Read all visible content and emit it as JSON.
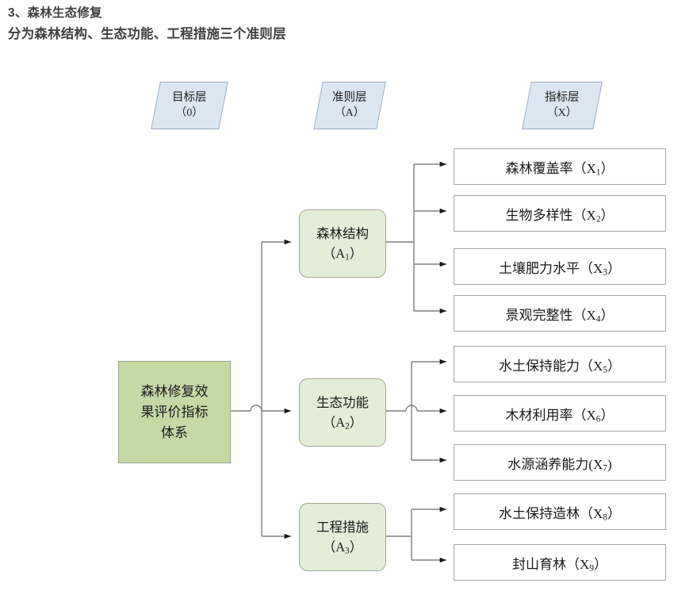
{
  "heading": {
    "line1": "3、森林生态修复",
    "line2": "分为森林结构、生态功能、工程措施三个准则层"
  },
  "colors": {
    "layer_header_fill": "#dce6f1",
    "layer_header_border": "#9cadc4",
    "goal_fill": "#c5d9a5",
    "goal_border": "#94a888",
    "criterion_fill": "#e3eed9",
    "criterion_border": "#9aa893",
    "indicator_fill": "#ffffff",
    "indicator_border": "#a6a6a6",
    "connector": "#808080",
    "heading_text": "#404040"
  },
  "diagram": {
    "type": "hierarchy-tree",
    "layer_headers": [
      {
        "name": "goal",
        "title": "目标层",
        "code": "（0）"
      },
      {
        "name": "criteria",
        "title": "准则层",
        "code": "（A）"
      },
      {
        "name": "index",
        "title": "指标层",
        "code": "（X）"
      }
    ],
    "goal": {
      "label_line1": "森林修复效",
      "label_line2": "果评价指标",
      "label_line3": "体系"
    },
    "criteria": [
      {
        "id": "A1",
        "label": "森林结构",
        "code_base": "（A",
        "code_sub": "1",
        "code_tail": "）"
      },
      {
        "id": "A2",
        "label": "生态功能",
        "code_base": "（A",
        "code_sub": "2",
        "code_tail": "）"
      },
      {
        "id": "A3",
        "label": "工程措施",
        "code_base": "（A",
        "code_sub": "3",
        "code_tail": "）"
      }
    ],
    "indicators": [
      {
        "id": "X1",
        "parent": "A1",
        "label": "森林覆盖率（X",
        "sub": "1",
        "tail": "）"
      },
      {
        "id": "X2",
        "parent": "A1",
        "label": "生物多样性（X",
        "sub": "2",
        "tail": "）"
      },
      {
        "id": "X3",
        "parent": "A1",
        "label": "土壤肥力水平（X",
        "sub": "3",
        "tail": "）"
      },
      {
        "id": "X4",
        "parent": "A1",
        "label": "景观完整性（X",
        "sub": "4",
        "tail": "）"
      },
      {
        "id": "X5",
        "parent": "A2",
        "label": "水土保持能力（X",
        "sub": "5",
        "tail": "）"
      },
      {
        "id": "X6",
        "parent": "A2",
        "label": "木材利用率（X",
        "sub": "6",
        "tail": "）"
      },
      {
        "id": "X7",
        "parent": "A2",
        "label": "水源涵养能力(X",
        "sub": "7",
        "tail": ")"
      },
      {
        "id": "X8",
        "parent": "A3",
        "label": "水土保持造林（X",
        "sub": "8",
        "tail": "）"
      },
      {
        "id": "X9",
        "parent": "A3",
        "label": "封山育林（X",
        "sub": "9",
        "tail": "）"
      }
    ]
  }
}
